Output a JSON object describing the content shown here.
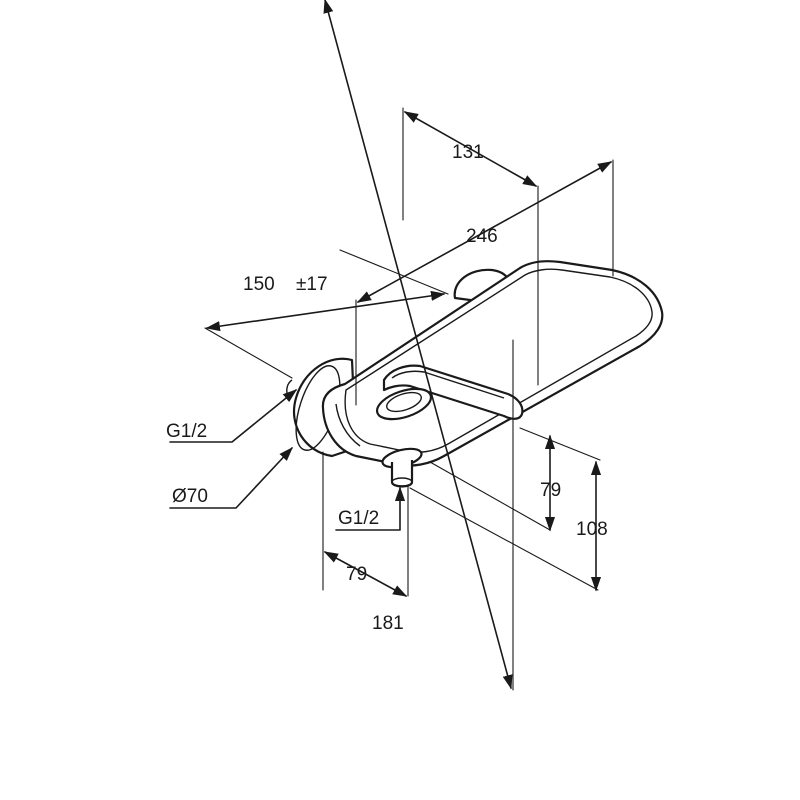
{
  "dimensions": {
    "width_131": "131",
    "length_246": "246",
    "center_150": "150",
    "center_tolerance": "±17",
    "thread_side": "G1/2",
    "diameter": "Ø70",
    "thread_bottom": "G1/2",
    "depth_79": "79",
    "height_79": "79",
    "height_108": "108",
    "depth_181": "181"
  }
}
